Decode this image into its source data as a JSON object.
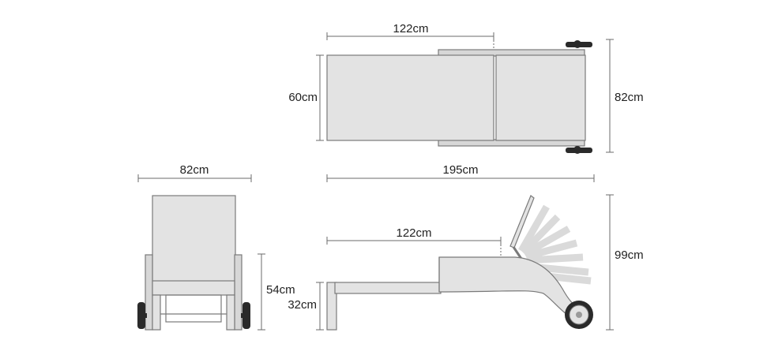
{
  "colors": {
    "body": "#e3e3e3",
    "outline": "#7a7a7a",
    "dimension_line": "#6b6b6b",
    "text": "#222222",
    "wheel": "#2a2a2a",
    "ghost_backrest": "#dadada"
  },
  "top_view": {
    "length_label": "122cm",
    "width_label": "60cm",
    "overall_width_label": "82cm"
  },
  "front_view": {
    "width_label": "82cm",
    "height_label": "54cm",
    "seat_height_label": "32cm"
  },
  "side_view": {
    "length_label": "195cm",
    "seat_length_label": "122cm",
    "height_label": "99cm"
  }
}
